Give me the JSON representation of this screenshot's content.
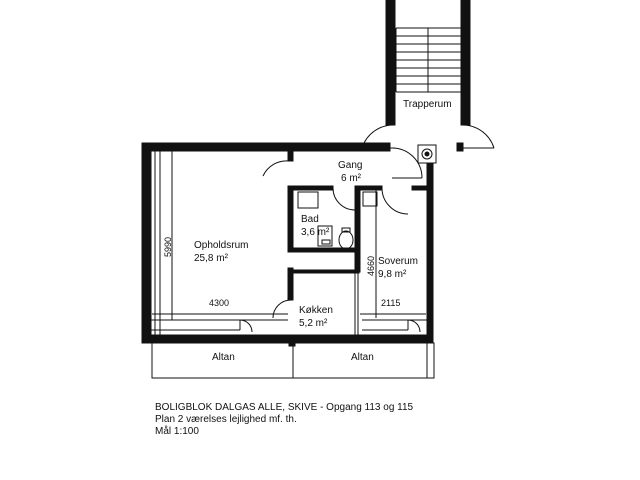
{
  "plan": {
    "rooms": {
      "stair": "Trapperum",
      "hall_name": "Gang",
      "hall_area": "6 m²",
      "bath_name": "Bad",
      "bath_area": "3,6 m²",
      "living_name": "Opholdsrum",
      "living_area": "25,8 m²",
      "bedroom_name": "Soverum",
      "bedroom_area": "9,8 m²",
      "kitchen_name": "Køkken",
      "kitchen_area": "5,2 m²",
      "balcony_left": "Altan",
      "balcony_right": "Altan"
    },
    "dimensions": {
      "living_depth": "5990",
      "living_width": "4300",
      "bedroom_depth": "4660",
      "bedroom_width": "2115"
    }
  },
  "caption": {
    "line1": "BOLIGBLOK DALGAS ALLE, SKIVE - Opgang 113 og 115",
    "line2": "Plan 2 værelses lejlighed mf. th.",
    "line3": "Mål 1:100"
  }
}
